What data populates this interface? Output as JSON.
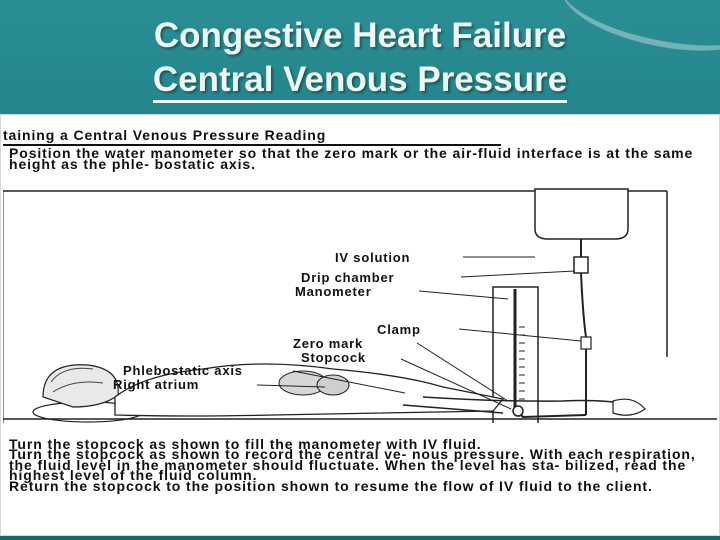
{
  "slide": {
    "title_line1": "Congestive Heart Failure",
    "title_line2": "Central Venous Pressure"
  },
  "document": {
    "heading": "taining a Central Venous Pressure Reading",
    "intro": "Position the water manometer so that the zero mark or the air-fluid interface is at the same height as the phle- bostatic axis.",
    "figure_labels": {
      "iv_solution": "IV solution",
      "drip_chamber": "Drip chamber",
      "manometer": "Manometer",
      "clamp": "Clamp",
      "zero_mark": "Zero mark",
      "stopcock": "Stopcock",
      "phlebostatic_axis": "Phlebostatic axis",
      "right_atrium": "Right atrium"
    },
    "steps": [
      "Turn the stopcock as shown to fill the manometer with IV fluid.",
      "Turn the stopcock as shown to record the central ve- nous pressure. With each respiration, the fluid level in the manometer should fluctuate. When the level has sta- bilized, read the highest level of the fluid column.",
      "Return the stopcock to the position shown to resume the flow of IV fluid to the client."
    ]
  }
}
